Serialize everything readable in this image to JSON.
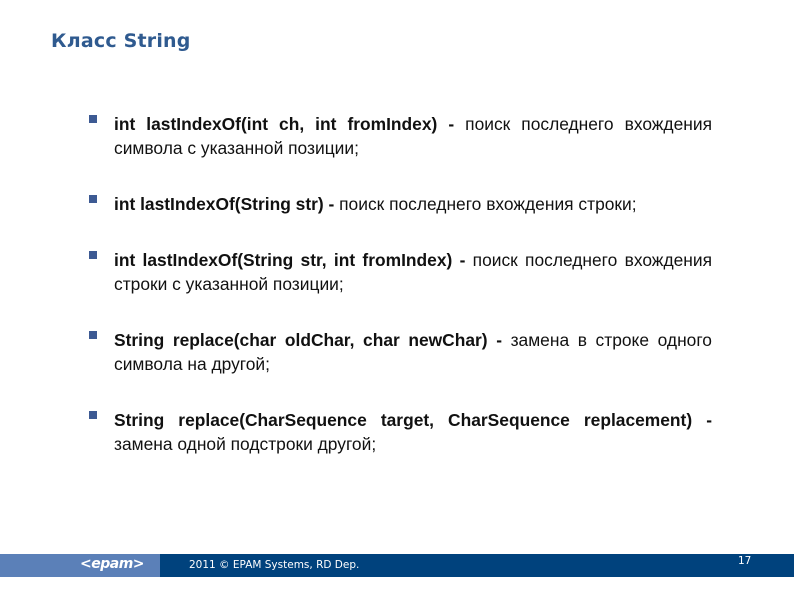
{
  "slide": {
    "title": "Класс String",
    "bullets": [
      {
        "signature": "int lastIndexOf(int ch, int fromIndex)",
        "separator": " - ",
        "description": "поиск последнего вхождения символа с указанной позиции;"
      },
      {
        "signature": "int lastIndexOf(String str)",
        "separator": " - ",
        "description": "поиск последнего вхождения строки;"
      },
      {
        "signature": "int lastIndexOf(String str, int fromIndex)",
        "separator": " - ",
        "description": "поиск последнего вхождения строки с указанной позиции;"
      },
      {
        "signature": "String replace(char oldChar, char newChar)",
        "separator": " - ",
        "description": "замена в строке одного символа на другой;"
      },
      {
        "signature": "String replace(CharSequence target, CharSequence replacement)",
        "separator": " - ",
        "description": "замена одной подстроки другой;"
      }
    ]
  },
  "footer": {
    "logo": "<epam>",
    "copyright": "2011 © EPAM Systems, RD Dep.",
    "page_number": "17"
  },
  "colors": {
    "title": "#2f5a8f",
    "bullet": "#3d5a93",
    "footer_dark": "#00427d",
    "footer_light": "#5b80b8"
  }
}
